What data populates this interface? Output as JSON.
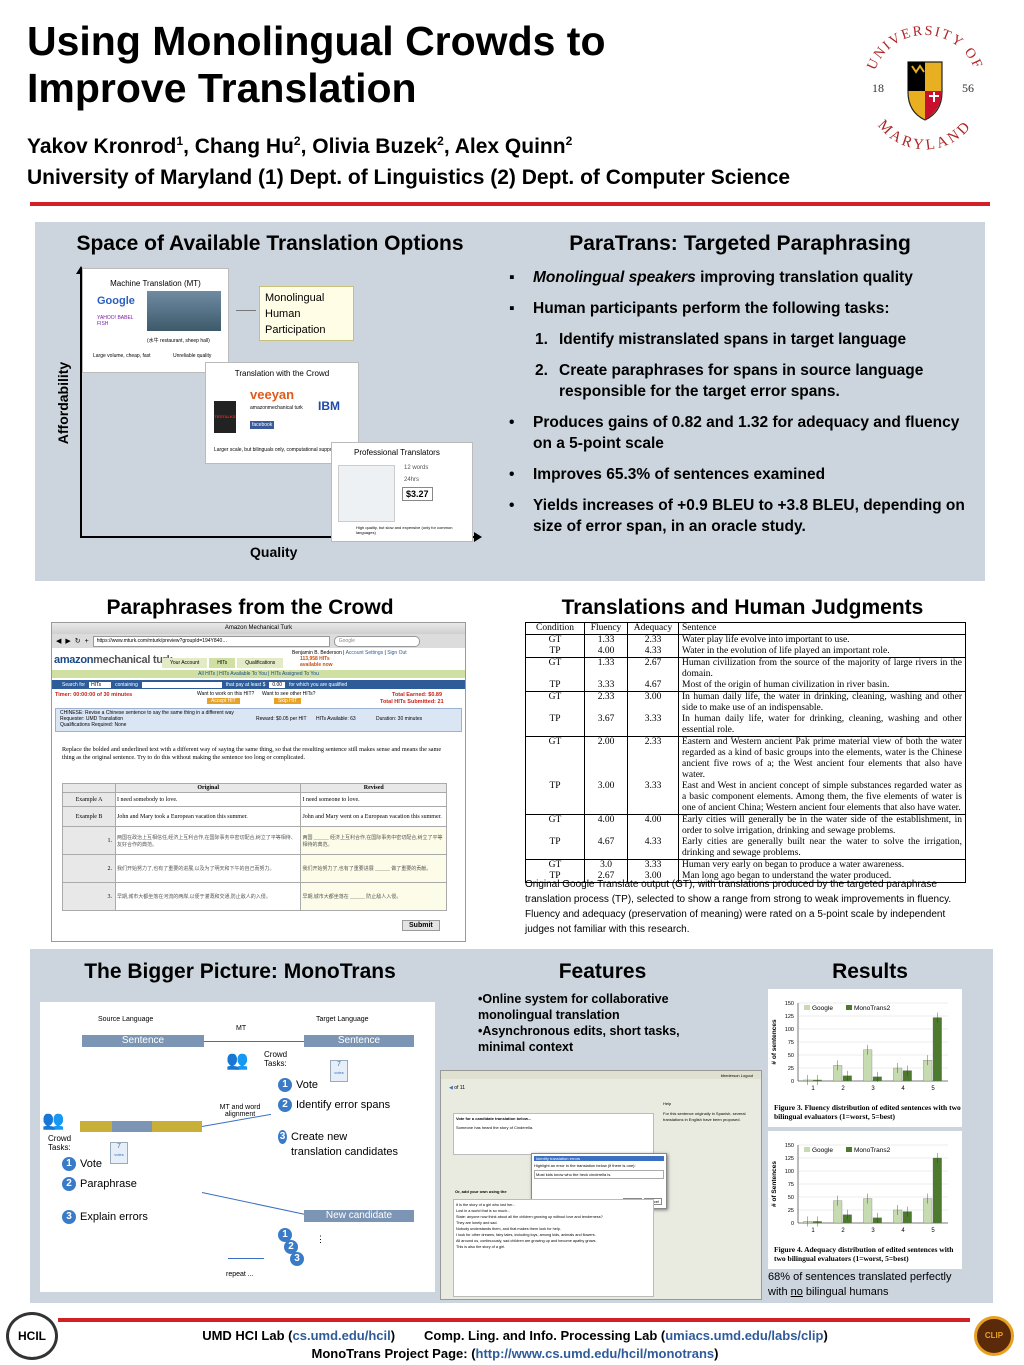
{
  "header": {
    "title_line1": "Using Monolingual Crowds to",
    "title_line2": "Improve Translation",
    "authors": [
      {
        "name": "Yakov Kronrod",
        "sup": "1"
      },
      {
        "name": "Chang Hu",
        "sup": "2"
      },
      {
        "name": "Olivia Buzek",
        "sup": "2"
      },
      {
        "name": "Alex Quinn",
        "sup": "2"
      }
    ],
    "affiliation": "University of Maryland  (1) Dept. of Linguistics  (2) Dept. of Computer Science",
    "seal": {
      "text_top": "UNIVERSITY OF",
      "text_bottom": "MARYLAND",
      "year_left": "18",
      "year_right": "56"
    }
  },
  "space_panel": {
    "heading": "Space of Available Translation Options",
    "y_axis": "Affordability",
    "x_axis": "Quality",
    "mt_box": {
      "title": "Machine Translation (MT)",
      "google": "Google",
      "yahoo": "YAHOO! BABEL FISH",
      "caption": "(水牛 restaurant, sheep hall)",
      "left_note": "Large volume, cheap, fast",
      "right_note": "Unreliable quality"
    },
    "mono_box": "Monolingual Human Participation",
    "crowd_box": {
      "title": "Translation with the Crowd",
      "ted": "TEDTALKS",
      "veeyan": "veeyan",
      "amazon": "amazonmechanical turk",
      "ibm": "IBM",
      "facebook": "facebook",
      "note": "Larger scale, but bilinguals only, computational support simple"
    },
    "pro_box": {
      "title": "Professional Translators",
      "words": "12 words",
      "hours": "24hrs",
      "price": "$3.27",
      "note": "High quality, but slow and expensive (only for common languages)"
    }
  },
  "paratrans": {
    "heading": "ParaTrans: Targeted Paraphrasing",
    "items": [
      {
        "marker": "▪",
        "em": "Monolingual speakers",
        "text": " improving translation quality"
      },
      {
        "marker": "▪",
        "em": "",
        "text": "Human participants perform the following tasks:"
      },
      {
        "marker": "1.",
        "em": "",
        "text": "Identify mistranslated spans in target language"
      },
      {
        "marker": "2.",
        "em": "",
        "text": "Create paraphrases for spans in source language responsible for the target error spans."
      },
      {
        "marker": "•",
        "em": "",
        "text": "Produces gains of 0.82 and 1.32 for adequacy and fluency on a 5-point scale"
      },
      {
        "marker": "•",
        "em": "",
        "text": "Improves 65.3% of sentences examined"
      },
      {
        "marker": "•",
        "em": "",
        "text": "Yields increases of +0.9 BLEU to +3.8 BLEU, depending on size of error span, in  an oracle study."
      }
    ]
  },
  "paraphrases": {
    "heading": "Paraphrases from the Crowd",
    "browser": {
      "window_title": "Amazon Mechanical Turk",
      "url": "https://www.mturk.com/mturk/preview?groupId=194Y840…",
      "search_placeholder": "Google",
      "user": "Benjamin B. Bederson",
      "account": "Account Settings",
      "signout": "Sign Out",
      "tab1": "Your Account",
      "tab2": "HITs",
      "tab3": "Qualifications",
      "hits_available": "113,958 HITs available now",
      "subnav": "All HITs  |  HITs Available To You  |  HITs Assigned To You",
      "search_for": "Search for",
      "search_val": "HITs",
      "containing": "containing",
      "pay_label": "that pay at least $",
      "pay_val": "0.00",
      "qualified": "for which you are qualified",
      "timer": "Timer: 00:00:00 of 30 minutes",
      "want_work": "Want to work on this HIT?",
      "accept": "Accept HIT",
      "want_other": "Want to see other HITs?",
      "skip": "Skip HIT",
      "total_earned": "Total Earned: $0.89",
      "total_submitted": "Total HITs Submitted: 21",
      "task_title": "CHINESE: Revise a Chinese sentence to say the same thing in a different way",
      "requester": "Requester: UMD Translation",
      "qual": "Qualifications Required: None",
      "reward": "Reward: $0.05 per HIT",
      "hits_avail": "HITs Available: 63",
      "duration": "Duration: 30 minutes",
      "instructions": "Replace the bolded and underlined text with a different way of saying the same thing, so that the resulting sentence still makes sense and means the same thing as the original sentence. Try to do this without making the sentence too long or complicated.",
      "col_original": "Original",
      "col_revised": "Revised",
      "ex_a": "Example A",
      "ex_a_orig": "I need somebody to love.",
      "ex_a_rev": "I need someone to love.",
      "ex_b": "Example B",
      "ex_b_orig": "John and Mary took a European vacation this summer.",
      "ex_b_rev": "John and Mary went on a European vacation this summer.",
      "rows": [
        {
          "n": "1.",
          "orig": "两国在政治上互相信任,经济上互利合作,在国际事务中密切配合,树立了平等相待、友好合作的典范。",
          "rev": "两国 ______ 经济上互利合作,在国际事务中密切配合,树立了平等相待的典范。"
        },
        {
          "n": "2.",
          "orig": "我们开始努力了,也有了重要的进展,以及为了明天和下午的自己而努力。",
          "rev": "我们开始努力了,也有了重要进展 ______ 做了重要的贡献。"
        },
        {
          "n": "3.",
          "orig": "早期,城市大都坐落在河流的两岸,以便于灌溉和交通,防止敌人的入侵。",
          "rev": "早期,城市大都坐落在 ______ 防止敌人入侵。"
        }
      ],
      "submit": "Submit"
    }
  },
  "judgments": {
    "heading": "Translations and Human Judgments",
    "columns": [
      "Condition",
      "Fluency",
      "Adequacy",
      "Sentence"
    ],
    "rows": [
      {
        "cond": "GT",
        "flu": "1.33",
        "ade": "2.33",
        "sent": "Water play life evolve into important to use.",
        "sep": true
      },
      {
        "cond": "TP",
        "flu": "4.00",
        "ade": "4.33",
        "sent": "Water in the evolution of life played an important role.",
        "sep": false
      },
      {
        "cond": "GT",
        "flu": "1.33",
        "ade": "2.67",
        "sent": "Human civilization from the source of the majority of large rivers in the domain.",
        "sep": true
      },
      {
        "cond": "TP",
        "flu": "3.33",
        "ade": "4.67",
        "sent": "Most of the origin of human civilization in river basin.",
        "sep": false
      },
      {
        "cond": "GT",
        "flu": "2.33",
        "ade": "3.00",
        "sent": "In human daily life, the water in drinking, cleaning, washing and other side to make use of an indispensable.",
        "sep": true
      },
      {
        "cond": "TP",
        "flu": "3.67",
        "ade": "3.33",
        "sent": "In human daily life, water for drinking, cleaning, washing and other essential role.",
        "sep": false
      },
      {
        "cond": "GT",
        "flu": "2.00",
        "ade": "2.33",
        "sent": "Eastern and Western ancient Pak prime material view of both the water regarded as a kind of basic groups into the elements, water is the Chinese ancient five rows of a; the West ancient four elements that also have water.",
        "sep": true
      },
      {
        "cond": "TP",
        "flu": "3.00",
        "ade": "3.33",
        "sent": "East and West in ancient concept of simple substances regarded water as a basic component elements. Among them, the five elements of water is one of ancient China; Western ancient four elements that also have water.",
        "sep": false
      },
      {
        "cond": "GT",
        "flu": "4.00",
        "ade": "4.00",
        "sent": "Early cities will generally be in the water side of the establishment, in order to solve irrigation, drinking and sewage problems.",
        "sep": true
      },
      {
        "cond": "TP",
        "flu": "4.67",
        "ade": "4.33",
        "sent": "Early cities are generally built near the water to solve the irrigation, drinking and sewage problems.",
        "sep": false
      },
      {
        "cond": "GT",
        "flu": "3.0",
        "ade": "3.33",
        "sent": "Human very early on began to produce a water awareness.",
        "sep": true
      },
      {
        "cond": "TP",
        "flu": "2.67",
        "ade": "3.00",
        "sent": "Man long ago began to understand the water produced.",
        "sep": false
      }
    ],
    "caption": "Original Google Translate output (GT), with  translations produced by the targeted paraphrase translation process (TP), selected to show a range from strong to weak improvements in fluency.  Fluency and adequacy (preservation of meaning) were rated on a 5-point scale by independent judges not familiar with this research."
  },
  "bigger": {
    "heading": "The Bigger Picture: MonoTrans",
    "source_lang": "Source Language",
    "target_lang": "Target Language",
    "mt": "MT",
    "sentence": "Sentence",
    "crowd_tasks_right": "Crowd Tasks:",
    "crowd_tasks_left": "Crowd Tasks:",
    "vote_num": "7",
    "vote_lbl": "votes",
    "mt_align": "MT and word alignment",
    "right_tasks": [
      {
        "n": "1",
        "label": "Vote"
      },
      {
        "n": "2",
        "label": "Identify error spans"
      },
      {
        "n": "3",
        "label": "Create new translation candidates"
      }
    ],
    "left_tasks": [
      {
        "n": "1",
        "label": "Vote"
      },
      {
        "n": "2",
        "label": "Paraphrase"
      },
      {
        "n": "3",
        "label": "Explain errors"
      }
    ],
    "new_candidate": "New candidate",
    "cycle": [
      "1",
      "2",
      "3"
    ],
    "ellipsis": "⋮",
    "repeat": "repeat ..."
  },
  "features": {
    "heading": "Features",
    "items": [
      "•Online system for collaborative monolingual translation",
      "•Asynchronous edits, short tasks, minimal context"
    ],
    "screen": {
      "nav": "of 11",
      "user": "bbederson  Logout",
      "help": "Help",
      "vote_title": "Vote for a candidate translation below...",
      "vote_example": "Someone has heard the story of Cinderella.",
      "dialog_title": "Identify translation errors",
      "dialog_hint": "Highlight an error in the translation below (if there is one):",
      "dialog_text": "Most kids know who the heck cinderella is.",
      "submit": "Submit",
      "cancel": "Cancel",
      "own_prompt": "Or, add your own using the ",
      "side_text": "For this sentence originally in Spanish, several translations in English have been proposed.",
      "list": [
        "It is the story of a girl who lost her...",
        "Lost in a world that is so much...",
        "State: anyone now think about all the children growing up without love and tenderness?",
        "They are lonely and sad.",
        "Nobody understands them, and that makes them look for help.",
        "I look for other dreams, fairy tales, including toys, among kids, animals and flowers.",
        "All around us, continuously, sad children are growing up and become apathy grows.",
        "This is also the story of a girl."
      ]
    }
  },
  "results": {
    "heading": "Results",
    "caption": "68% of sentences translated perfectly with no bilingual humans",
    "caption_em": "no"
  },
  "chart_data": [
    {
      "type": "bar",
      "title": "",
      "categories": [
        "1",
        "2",
        "3",
        "4",
        "5"
      ],
      "series": [
        {
          "name": "Google",
          "values": [
            2,
            30,
            60,
            25,
            40
          ]
        },
        {
          "name": "MonoTrans2",
          "values": [
            2,
            10,
            8,
            20,
            122
          ]
        }
      ],
      "ylabel": "# of sentences",
      "ylim": [
        0,
        150
      ],
      "yticks": [
        "0",
        "25",
        "50",
        "75",
        "100",
        "125",
        "150"
      ],
      "caption": "Figure 3.  Fluency distribution of edited sentences with two bilingual evaluators (1=worst, 5=best)",
      "colors": [
        "#c6dbb0",
        "#4d7a2f"
      ]
    },
    {
      "type": "bar",
      "title": "",
      "categories": [
        "1",
        "2",
        "3",
        "4",
        "5"
      ],
      "series": [
        {
          "name": "Google",
          "values": [
            3,
            43,
            47,
            25,
            47
          ]
        },
        {
          "name": "MonoTrans2",
          "values": [
            3,
            16,
            10,
            22,
            125
          ]
        }
      ],
      "ylabel": "# of Sentences",
      "ylim": [
        0,
        150
      ],
      "yticks": [
        "0",
        "25",
        "50",
        "75",
        "100",
        "125",
        "150"
      ],
      "caption": "Figure 4. Adequacy distribution of edited sentences with two bilingual evaluators (1=worst, 5=best)",
      "colors": [
        "#c6dbb0",
        "#4d7a2f"
      ]
    }
  ],
  "footer": {
    "lab1": "UMD HCI Lab",
    "lab1_url": "cs.umd.edu/hcil",
    "lab2": "Comp. Ling. and Info. Processing Lab",
    "lab2_url": "umiacs.umd.edu/labs/clip",
    "project": "MonoTrans Project Page:",
    "project_url": "http://www.cs.umd.edu/hcil/monotrans",
    "left_logo": "HCIL",
    "right_logo": "CLIP"
  }
}
